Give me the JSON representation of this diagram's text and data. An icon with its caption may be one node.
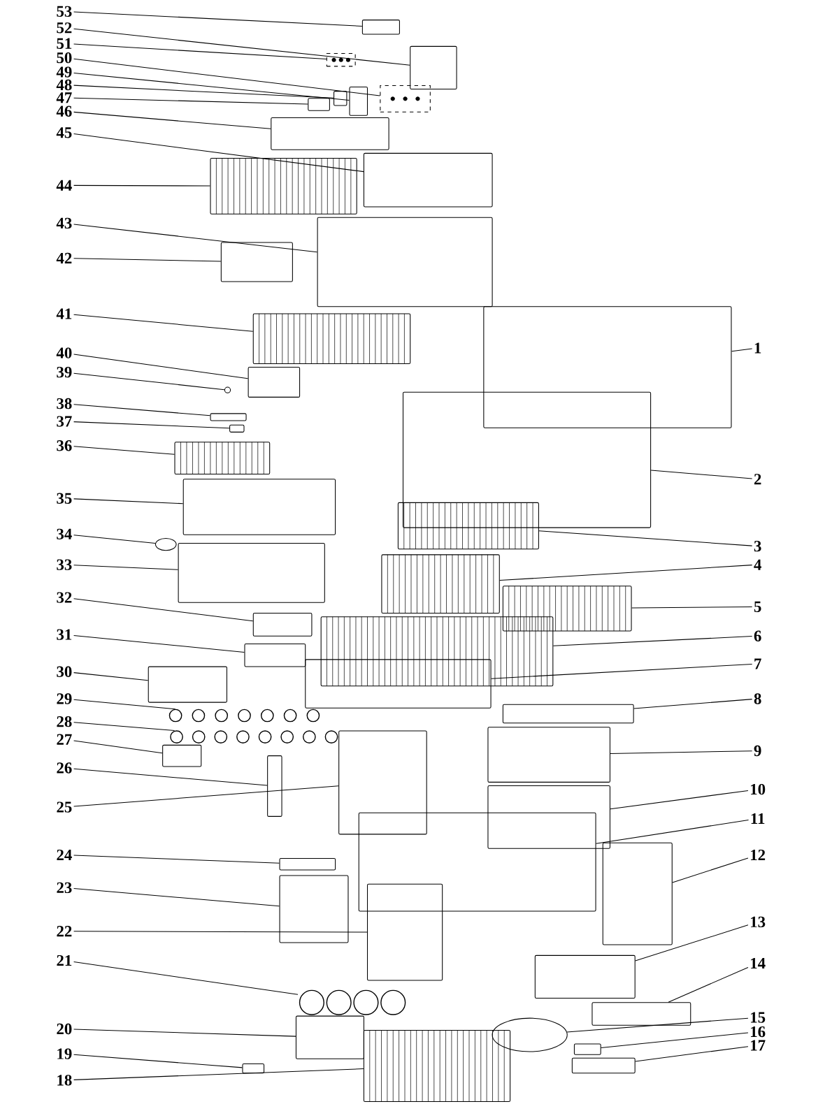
{
  "diagram": {
    "nodes": [
      {
        "text": [
          "1"
        ]
      },
      {
        "text": [
          "2"
        ]
      },
      {
        "text": [
          "3"
        ]
      },
      {
        "text": [
          "4"
        ]
      },
      {
        "text": [
          "5"
        ]
      },
      {
        "text": [
          "6"
        ]
      },
      {
        "text": [
          "7"
        ]
      },
      {
        "text": [
          "8"
        ]
      },
      {
        "text": [
          "9"
        ]
      },
      {
        "text": [
          "10"
        ]
      },
      {
        "text": [
          "11"
        ]
      },
      {
        "text": [
          "12"
        ]
      },
      {
        "text": [
          "13"
        ]
      },
      {
        "text": [
          "14"
        ]
      },
      {
        "text": [
          "15"
        ]
      },
      {
        "text": [
          "16"
        ]
      },
      {
        "text": [
          "17"
        ]
      },
      {
        "text": [
          "18"
        ]
      },
      {
        "text": [
          "19"
        ]
      },
      {
        "text": [
          "20"
        ]
      },
      {
        "text": [
          "21"
        ]
      },
      {
        "text": [
          "22"
        ]
      },
      {
        "text": [
          "23"
        ]
      },
      {
        "text": [
          "24"
        ]
      },
      {
        "text": [
          "25"
        ]
      },
      {
        "text": [
          "26"
        ]
      },
      {
        "text": [
          "27"
        ]
      },
      {
        "text": [
          "28"
        ]
      },
      {
        "text": [
          "29"
        ]
      },
      {
        "text": [
          "30"
        ]
      },
      {
        "text": [
          "31"
        ]
      },
      {
        "text": [
          "32"
        ]
      },
      {
        "text": [
          "33"
        ]
      },
      {
        "text": [
          "34"
        ]
      },
      {
        "text": [
          "35"
        ]
      },
      {
        "text": [
          "36"
        ]
      },
      {
        "text": [
          "37"
        ]
      },
      {
        "text": [
          "38"
        ]
      },
      {
        "text": [
          "39"
        ]
      },
      {
        "text": [
          "40"
        ]
      },
      {
        "text": [
          "41"
        ]
      },
      {
        "text": [
          "42"
        ]
      },
      {
        "text": [
          "43"
        ]
      },
      {
        "text": [
          "44"
        ]
      },
      {
        "text": [
          "45"
        ]
      },
      {
        "text": [
          "46"
        ]
      },
      {
        "text": [
          "47"
        ]
      },
      {
        "text": [
          "48"
        ]
      },
      {
        "text": [
          "49"
        ]
      },
      {
        "text": [
          "50"
        ]
      },
      {
        "text": [
          "51"
        ]
      },
      {
        "text": [
          "52"
        ]
      },
      {
        "text": [
          "53"
        ]
      },
      {
        "text": [],
        "shape": "box"
      },
      {
        "text": [],
        "shape": "box"
      },
      {
        "text": [],
        "shape": "picture"
      },
      {
        "text": [],
        "shape": "picture"
      },
      {
        "text": [],
        "shape": "picture"
      },
      {
        "text": [],
        "shape": "picture"
      },
      {
        "text": [],
        "shape": "box"
      },
      {
        "text": [],
        "shape": "box"
      },
      {
        "text": [],
        "shape": "box"
      },
      {
        "text": [],
        "shape": "box"
      },
      {
        "text": [],
        "shape": "box"
      },
      {
        "text": [],
        "shape": "box"
      },
      {
        "text": [],
        "shape": "box"
      },
      {
        "text": [],
        "shape": "box"
      },
      {
        "text": [],
        "shape": "circle"
      },
      {
        "text": [],
        "shape": "box"
      },
      {
        "text": [],
        "shape": "box"
      },
      {
        "text": [],
        "shape": "picture"
      },
      {
        "text": [],
        "shape": "box"
      },
      {
        "text": [],
        "shape": "box"
      },
      {
        "text": [],
        "shape": "picture"
      },
      {
        "text": [],
        "shape": "box"
      },
      {
        "text": [],
        "shape": "box"
      },
      {
        "text": [],
        "shape": "box"
      },
      {
        "text": [],
        "shape": "box"
      },
      {
        "text": [],
        "shape": "box"
      },
      {
        "text": [],
        "shape": "box"
      },
      {
        "text": [],
        "shape": "picture"
      },
      {
        "text": [],
        "shape": "picture"
      },
      {
        "text": [],
        "shape": "box"
      },
      {
        "text": [],
        "shape": "box"
      },
      {
        "text": [],
        "shape": "box"
      },
      {
        "text": [],
        "shape": "box"
      },
      {
        "text": [],
        "shape": "circle"
      },
      {
        "text": [],
        "shape": "box"
      },
      {
        "text": [],
        "shape": "picture"
      },
      {
        "text": [],
        "shape": "box"
      },
      {
        "text": [],
        "shape": "box"
      },
      {
        "text": [],
        "shape": "circle"
      },
      {
        "text": [],
        "shape": "box"
      },
      {
        "text": [],
        "shape": "picture"
      },
      {
        "text": [],
        "shape": "box"
      },
      {
        "text": [],
        "shape": "box"
      },
      {
        "text": [],
        "shape": "picture"
      },
      {
        "text": [],
        "shape": "box"
      },
      {
        "text": [],
        "shape": "box"
      },
      {
        "text": [],
        "shape": "box"
      },
      {
        "text": [],
        "shape": "box"
      },
      {
        "text": [],
        "shape": "box"
      },
      {
        "text": [],
        "shape": "picture"
      },
      {
        "text": [],
        "shape": "picture"
      },
      {
        "text": [],
        "shape": "box"
      },
      {
        "text": [],
        "shape": "box"
      }
    ],
    "edges": [
      {
        "from": 0,
        "to": 53,
        "arrow": "none"
      },
      {
        "from": 1,
        "to": 54,
        "arrow": "none"
      },
      {
        "from": 2,
        "to": 55,
        "arrow": "none"
      },
      {
        "from": 3,
        "to": 56,
        "arrow": "none"
      },
      {
        "from": 4,
        "to": 57,
        "arrow": "none"
      },
      {
        "from": 5,
        "to": 58,
        "arrow": "none"
      },
      {
        "from": 6,
        "to": 59,
        "arrow": "none"
      },
      {
        "from": 7,
        "to": 60,
        "arrow": "none"
      },
      {
        "from": 8,
        "to": 61,
        "arrow": "none"
      },
      {
        "from": 9,
        "to": 62,
        "arrow": "none"
      },
      {
        "from": 10,
        "to": 63,
        "arrow": "none"
      },
      {
        "from": 11,
        "to": 64,
        "arrow": "none"
      },
      {
        "from": 12,
        "to": 65,
        "arrow": "none"
      },
      {
        "from": 13,
        "to": 66,
        "arrow": "none"
      },
      {
        "from": 14,
        "to": 67,
        "arrow": "none"
      },
      {
        "from": 15,
        "to": 68,
        "arrow": "none"
      },
      {
        "from": 16,
        "to": 69,
        "arrow": "none"
      },
      {
        "from": 17,
        "to": 70,
        "arrow": "none"
      },
      {
        "from": 18,
        "to": 71,
        "arrow": "none"
      },
      {
        "from": 19,
        "to": 72,
        "arrow": "none"
      },
      {
        "from": 20,
        "to": 73,
        "arrow": "none"
      },
      {
        "from": 21,
        "to": 74,
        "arrow": "none"
      },
      {
        "from": 22,
        "to": 75,
        "arrow": "none"
      },
      {
        "from": 23,
        "to": 76,
        "arrow": "none"
      },
      {
        "from": 24,
        "to": 77,
        "arrow": "none"
      },
      {
        "from": 25,
        "to": 78,
        "arrow": "none"
      },
      {
        "from": 26,
        "to": 79,
        "arrow": "none"
      },
      {
        "from": 27,
        "to": 80,
        "arrow": "none"
      },
      {
        "from": 28,
        "to": 81,
        "arrow": "none"
      },
      {
        "from": 29,
        "to": 82,
        "arrow": "none"
      },
      {
        "from": 30,
        "to": 83,
        "arrow": "none"
      },
      {
        "from": 31,
        "to": 84,
        "arrow": "none"
      },
      {
        "from": 32,
        "to": 85,
        "arrow": "none"
      },
      {
        "from": 33,
        "to": 86,
        "arrow": "none"
      },
      {
        "from": 34,
        "to": 87,
        "arrow": "none"
      },
      {
        "from": 35,
        "to": 88,
        "arrow": "none"
      },
      {
        "from": 36,
        "to": 89,
        "arrow": "none"
      },
      {
        "from": 37,
        "to": 90,
        "arrow": "none"
      },
      {
        "from": 38,
        "to": 91,
        "arrow": "none"
      },
      {
        "from": 39,
        "to": 92,
        "arrow": "none"
      },
      {
        "from": 40,
        "to": 93,
        "arrow": "none"
      },
      {
        "from": 41,
        "to": 94,
        "arrow": "none"
      },
      {
        "from": 42,
        "to": 95,
        "arrow": "none"
      },
      {
        "from": 43,
        "to": 96,
        "arrow": "none"
      },
      {
        "from": 44,
        "to": 97,
        "arrow": "none"
      },
      {
        "from": 45,
        "to": 98,
        "arrow": "none"
      },
      {
        "from": 46,
        "to": 99,
        "arrow": "none"
      },
      {
        "from": 47,
        "to": 100,
        "arrow": "none"
      },
      {
        "from": 48,
        "to": 101,
        "arrow": "none"
      },
      {
        "from": 49,
        "to": 102,
        "arrow": "none"
      },
      {
        "from": 50,
        "to": 103,
        "arrow": "none"
      },
      {
        "from": 51,
        "to": 104,
        "arrow": "none"
      },
      {
        "from": 52,
        "to": 105,
        "arrow": "none"
      }
    ]
  }
}
